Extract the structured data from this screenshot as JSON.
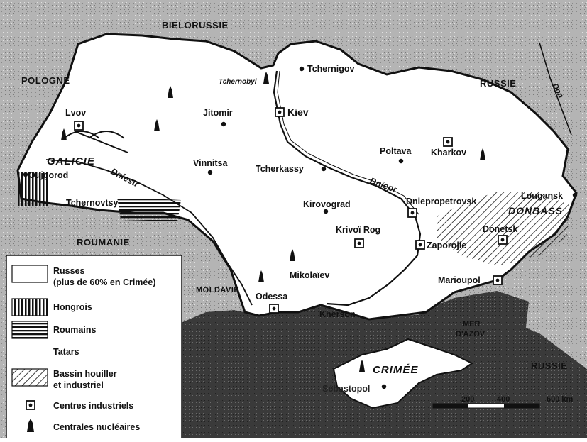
{
  "colors": {
    "russian_areas": "#ffffff",
    "hatch": "#111111",
    "outside": "#b0b0b0",
    "sea": "#3a3a3a"
  },
  "countries": {
    "bielorussie": "BIELORUSSIE",
    "pologne": "POLOGNE",
    "russie_north": "RUSSIE",
    "russie_south": "RUSSIE",
    "roumanie": "ROUMANIE",
    "moldavie": "MOLDAVIE"
  },
  "regions": {
    "galicie": "GALICIE",
    "donbass": "DONBASS",
    "crimee": "CRIMÉE"
  },
  "rivers": {
    "dniestr": "Dniestr",
    "dniepr": "Dniepr",
    "don": "Don"
  },
  "seas": {
    "mer_azov_line1": "MER",
    "mer_azov_line2": "D'AZOV"
  },
  "places": {
    "tchernobyl": "Tchernobyl",
    "tchernigov": "Tchernigov",
    "kiev": "Kiev",
    "lvov": "Lvov",
    "jitomir": "Jitomir",
    "vinnitsa": "Vinnitsa",
    "tcherkassy": "Tcherkassy",
    "poltava": "Poltava",
    "kharkov": "Kharkov",
    "oujgorod": "Oujgorod",
    "tchernovtsy": "Tchernovtsy",
    "kirovograd": "Kirovograd",
    "dniepropetrovsk": "Dniepropetrovsk",
    "lougansk": "Lougansk",
    "krivoi_rog": "Krivoï Rog",
    "donetsk": "Donetsk",
    "zaporojie": "Zaporojie",
    "mikolaiev": "Mikolaïev",
    "marioupol": "Marioupol",
    "odessa": "Odessa",
    "kherson": "Kherson",
    "sebastopol": "Sébastopol"
  },
  "scale": {
    "t200": "200",
    "t400": "400",
    "t600": "600 km"
  },
  "legend": {
    "russes_line1": "Russes",
    "russes_line2": "(plus de 60% en Crimée)",
    "hongrois": "Hongrois",
    "roumains": "Roumains",
    "tatars": "Tatars",
    "bassin_line1": "Bassin houiller",
    "bassin_line2": "et industriel",
    "centres": "Centres industriels",
    "centrales": "Centrales nucléaires"
  }
}
